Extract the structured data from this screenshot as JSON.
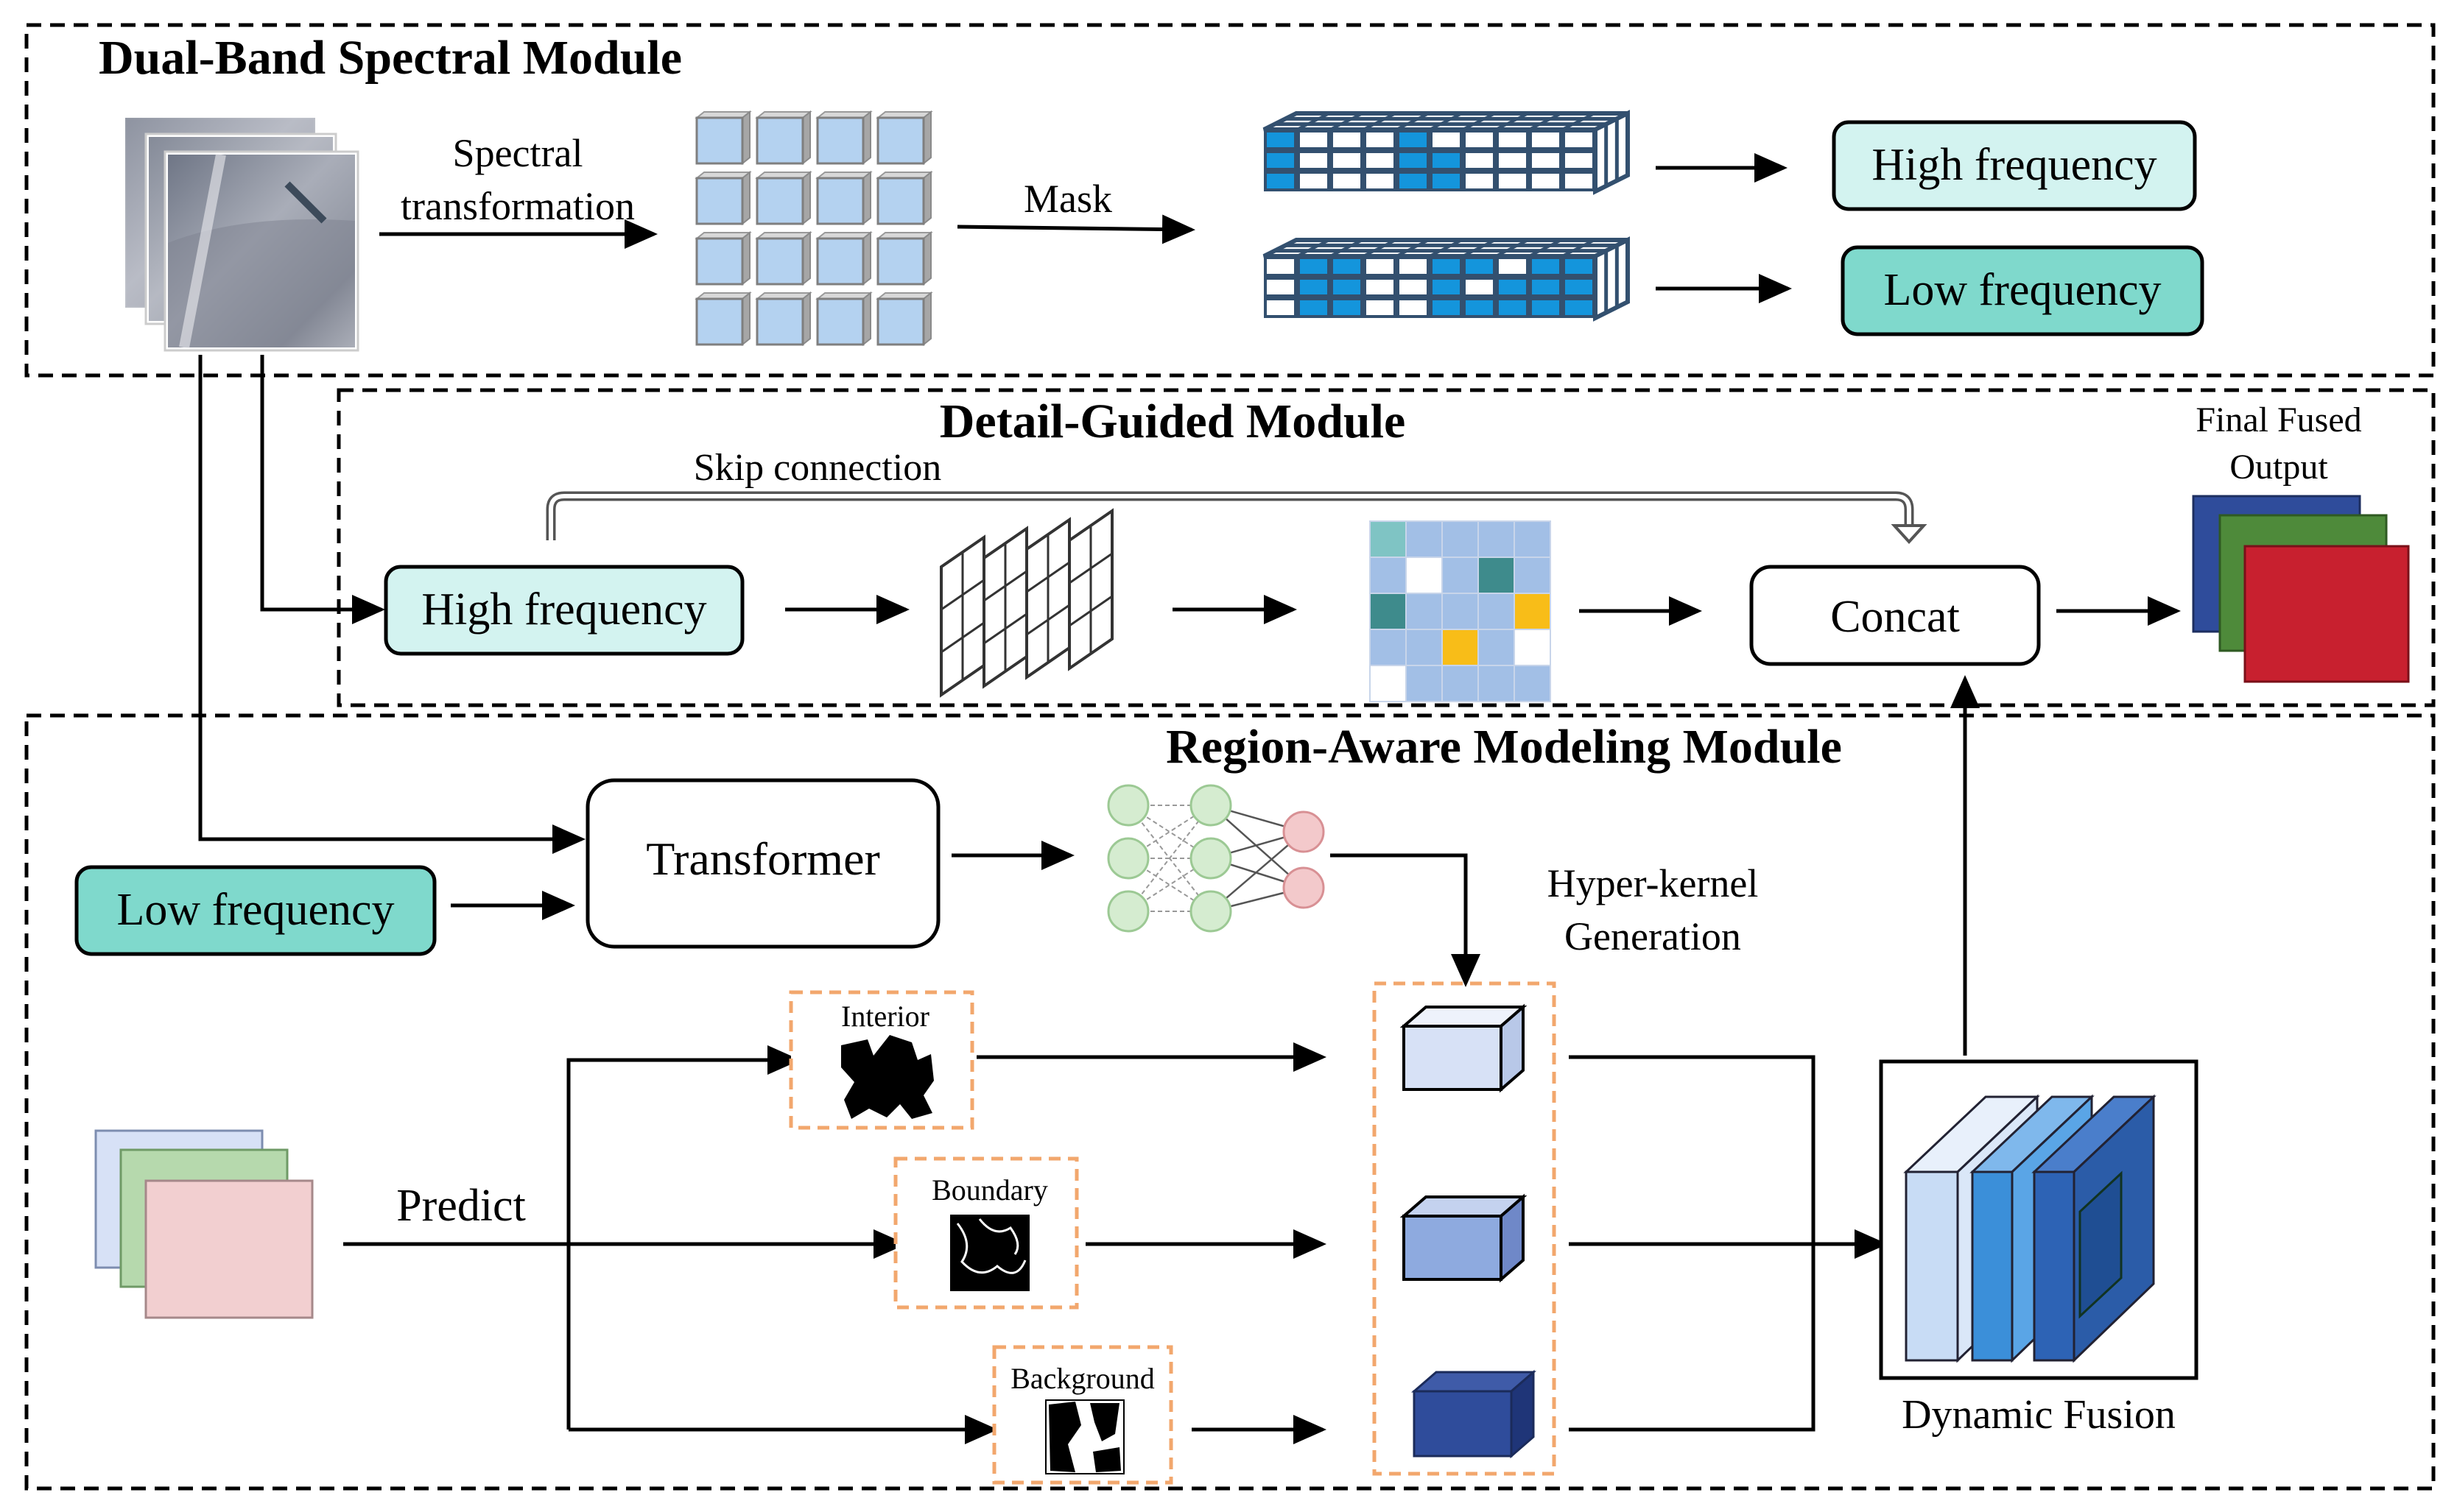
{
  "dual_band": {
    "title": "Dual-Band Spectral Module",
    "spectral_line1": "Spectral",
    "spectral_line2": "transformation",
    "mask": "Mask",
    "high_frequency": "High frequency",
    "low_frequency": "Low frequency"
  },
  "detail_guided": {
    "title": "Detail-Guided Module",
    "skip_connection": "Skip connection",
    "high_frequency": "High frequency",
    "concat": "Concat",
    "final_output_line1": "Final Fused",
    "final_output_line2": "Output"
  },
  "region_aware": {
    "title": "Region-Aware Modeling Module",
    "low_frequency": "Low frequency",
    "transformer": "Transformer",
    "hyper_kernel_line1": "Hyper-kernel",
    "hyper_kernel_line2": "Generation",
    "predict": "Predict",
    "interior": "Interior",
    "boundary": "Boundary",
    "background": "Background",
    "dynamic_fusion": "Dynamic Fusion"
  },
  "colors": {
    "teal_light": "#d3f3f0",
    "teal": "#7fd9cc",
    "cell_blue": "#b4d2f0",
    "mask_blue": "#1495dc",
    "dark_frame": "#33506f",
    "orange_dash": "#f2a76d",
    "out_blue": "#2f4c9b",
    "out_green": "#4e8a3a",
    "out_red": "#c8202f"
  }
}
